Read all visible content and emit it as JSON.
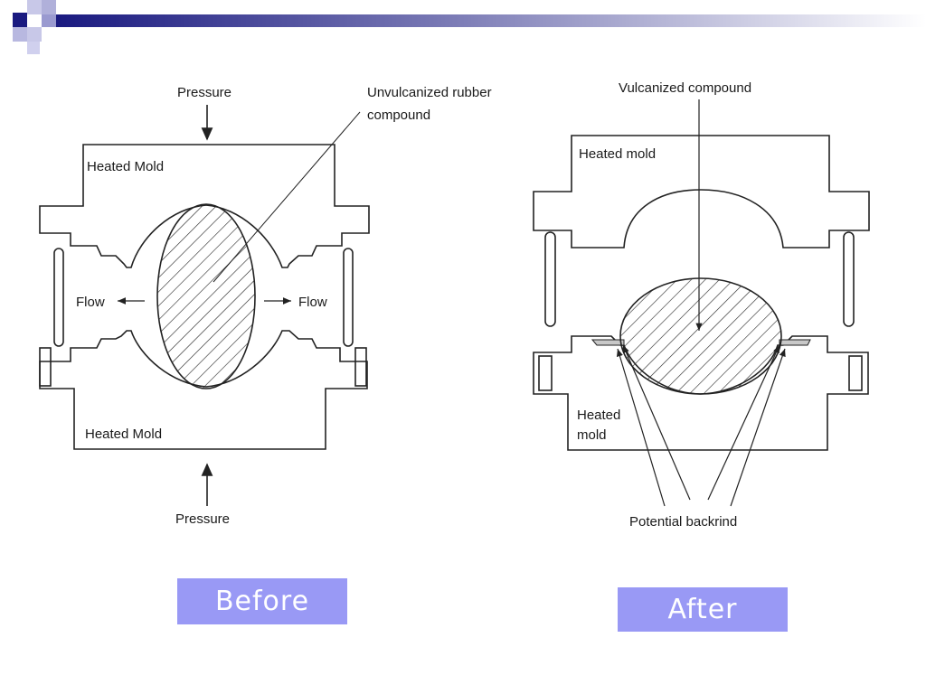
{
  "slide": {
    "accent_color": "#9999f5",
    "header_color": "#1a1a80"
  },
  "before": {
    "pressure_top": "Pressure",
    "pressure_bottom": "Pressure",
    "compound_label_line1": "Unvulcanized rubber",
    "compound_label_line2": "compound",
    "heated_mold_top": "Heated Mold",
    "heated_mold_bottom": "Heated Mold",
    "flow_left": "Flow",
    "flow_right": "Flow",
    "caption": "Before"
  },
  "after": {
    "compound_label": "Vulcanized compound",
    "heated_mold_top": "Heated mold",
    "heated_mold_bottom_line1": "Heated",
    "heated_mold_bottom_line2": "mold",
    "backrind_label": "Potential backrind",
    "caption": "After"
  }
}
